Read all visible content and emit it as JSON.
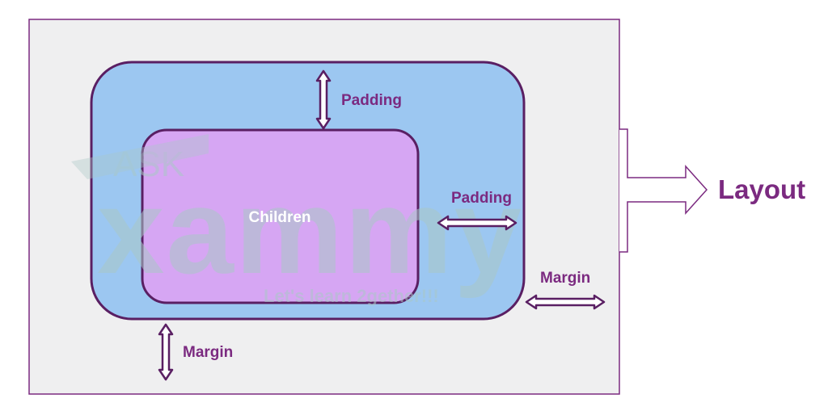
{
  "diagram": {
    "labels": {
      "children": "Children",
      "padding_top": "Padding",
      "padding_right": "Padding",
      "margin_right": "Margin",
      "margin_bottom": "Margin",
      "layout": "Layout"
    },
    "watermark": {
      "line1": "ASK",
      "line2": "xammy",
      "tagline": "Let's learn 2gether!!!"
    },
    "colors": {
      "outer_fill": "#efeff0",
      "outer_border": "#7b2a80",
      "padding_fill": "#9cc7f1",
      "children_fill": "#d6a6f3",
      "stroke": "#5a1f63",
      "text": "#7b2a80",
      "watermark": "#a9c8c6"
    }
  }
}
